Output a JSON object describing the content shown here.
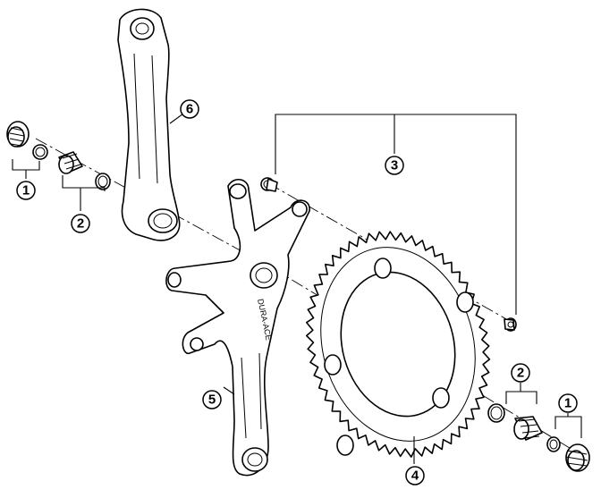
{
  "diagram": {
    "callouts": [
      {
        "id": "left-bb-cup",
        "label": "1"
      },
      {
        "id": "left-adapter",
        "label": "2"
      },
      {
        "id": "chainring-bolts",
        "label": "3"
      },
      {
        "id": "chainring",
        "label": "4"
      },
      {
        "id": "right-crank",
        "label": "5"
      },
      {
        "id": "left-crank",
        "label": "6"
      },
      {
        "id": "right-adapter",
        "label": "2"
      },
      {
        "id": "right-bb-cup",
        "label": "1"
      }
    ],
    "crank_brand_text": "DURA-ACE",
    "colors": {
      "ink": "#000000",
      "paper": "#ffffff"
    }
  }
}
